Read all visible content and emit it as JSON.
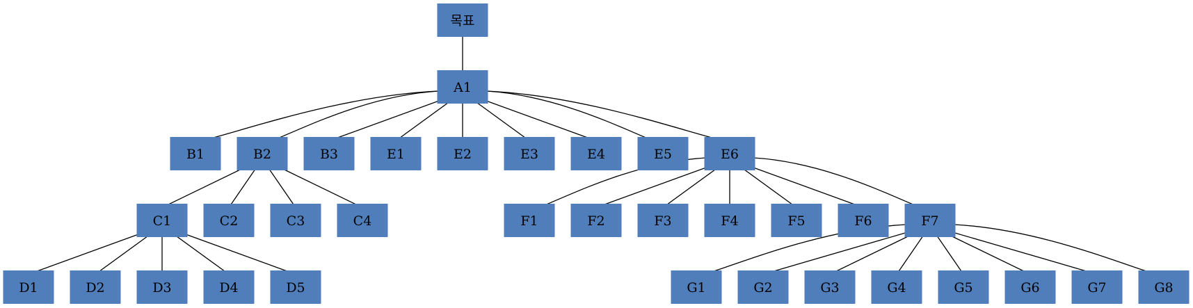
{
  "diagram": {
    "type": "tree",
    "node_color": "#4f7eba",
    "edge_color": "#000000",
    "nodes": [
      {
        "id": "goal",
        "label": "목표"
      },
      {
        "id": "A1",
        "label": "A1"
      },
      {
        "id": "B1",
        "label": "B1"
      },
      {
        "id": "B2",
        "label": "B2"
      },
      {
        "id": "B3",
        "label": "B3"
      },
      {
        "id": "E1",
        "label": "E1"
      },
      {
        "id": "E2",
        "label": "E2"
      },
      {
        "id": "E3",
        "label": "E3"
      },
      {
        "id": "E4",
        "label": "E4"
      },
      {
        "id": "E5",
        "label": "E5"
      },
      {
        "id": "E6",
        "label": "E6"
      },
      {
        "id": "C1",
        "label": "C1"
      },
      {
        "id": "C2",
        "label": "C2"
      },
      {
        "id": "C3",
        "label": "C3"
      },
      {
        "id": "C4",
        "label": "C4"
      },
      {
        "id": "F1",
        "label": "F1"
      },
      {
        "id": "F2",
        "label": "F2"
      },
      {
        "id": "F3",
        "label": "F3"
      },
      {
        "id": "F4",
        "label": "F4"
      },
      {
        "id": "F5",
        "label": "F5"
      },
      {
        "id": "F6",
        "label": "F6"
      },
      {
        "id": "F7",
        "label": "F7"
      },
      {
        "id": "D1",
        "label": "D1"
      },
      {
        "id": "D2",
        "label": "D2"
      },
      {
        "id": "D3",
        "label": "D3"
      },
      {
        "id": "D4",
        "label": "D4"
      },
      {
        "id": "D5",
        "label": "D5"
      },
      {
        "id": "G1",
        "label": "G1"
      },
      {
        "id": "G2",
        "label": "G2"
      },
      {
        "id": "G3",
        "label": "G3"
      },
      {
        "id": "G4",
        "label": "G4"
      },
      {
        "id": "G5",
        "label": "G5"
      },
      {
        "id": "G6",
        "label": "G6"
      },
      {
        "id": "G7",
        "label": "G7"
      },
      {
        "id": "G8",
        "label": "G8"
      }
    ],
    "edges": [
      [
        "goal",
        "A1"
      ],
      [
        "A1",
        "B1"
      ],
      [
        "A1",
        "B2"
      ],
      [
        "A1",
        "B3"
      ],
      [
        "A1",
        "E1"
      ],
      [
        "A1",
        "E2"
      ],
      [
        "A1",
        "E3"
      ],
      [
        "A1",
        "E4"
      ],
      [
        "A1",
        "E5"
      ],
      [
        "A1",
        "E6"
      ],
      [
        "B2",
        "C1"
      ],
      [
        "B2",
        "C2"
      ],
      [
        "B2",
        "C3"
      ],
      [
        "B2",
        "C4"
      ],
      [
        "C1",
        "D1"
      ],
      [
        "C1",
        "D2"
      ],
      [
        "C1",
        "D3"
      ],
      [
        "C1",
        "D4"
      ],
      [
        "C1",
        "D5"
      ],
      [
        "E6",
        "F1"
      ],
      [
        "E6",
        "F2"
      ],
      [
        "E6",
        "F3"
      ],
      [
        "E6",
        "F4"
      ],
      [
        "E6",
        "F5"
      ],
      [
        "E6",
        "F6"
      ],
      [
        "E6",
        "F7"
      ],
      [
        "F7",
        "G1"
      ],
      [
        "F7",
        "G2"
      ],
      [
        "F7",
        "G3"
      ],
      [
        "F7",
        "G4"
      ],
      [
        "F7",
        "G5"
      ],
      [
        "F7",
        "G6"
      ],
      [
        "F7",
        "G7"
      ],
      [
        "F7",
        "G8"
      ]
    ]
  }
}
